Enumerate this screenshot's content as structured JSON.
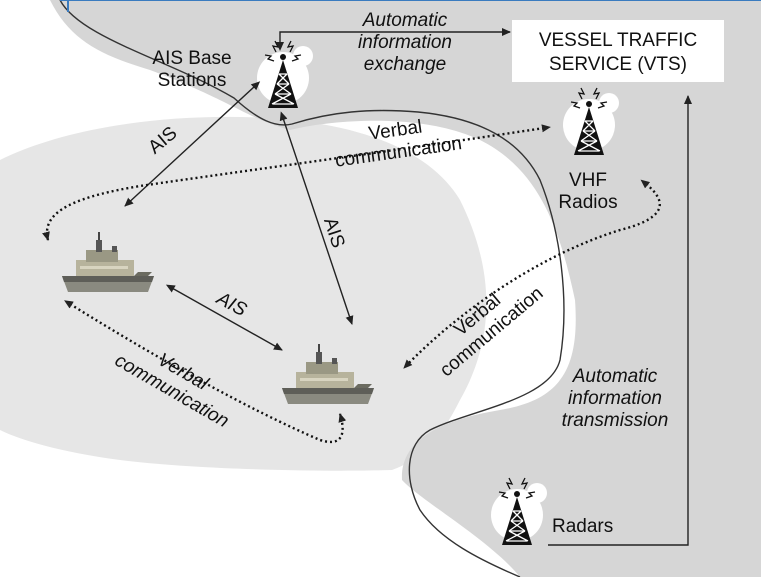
{
  "labels": {
    "ais_base_stations": [
      "AIS Base",
      "Stations"
    ],
    "auto_exchange": [
      "Automatic",
      "information",
      "exchange"
    ],
    "vts": [
      "VESSEL TRAFFIC",
      "SERVICE (VTS)"
    ],
    "verbal_top": [
      "Verbal",
      "communication"
    ],
    "vhf": [
      "VHF",
      "Radios"
    ],
    "ais_left": "AIS",
    "ais_vertical": "AIS",
    "ais_ships": "AIS",
    "verbal_right": [
      "Verbal",
      "communication"
    ],
    "verbal_bottom": [
      "Verbal",
      "communication"
    ],
    "auto_transmission": [
      "Automatic",
      "information",
      "transmission"
    ],
    "radars": "Radars"
  },
  "colors": {
    "sea_light": "#e8e8e8",
    "sea_dark": "#d2d2d2",
    "border": "#333333",
    "accent_blue": "#3a7bbf"
  },
  "icons": [
    "antenna-tower-icon",
    "ship-icon"
  ]
}
